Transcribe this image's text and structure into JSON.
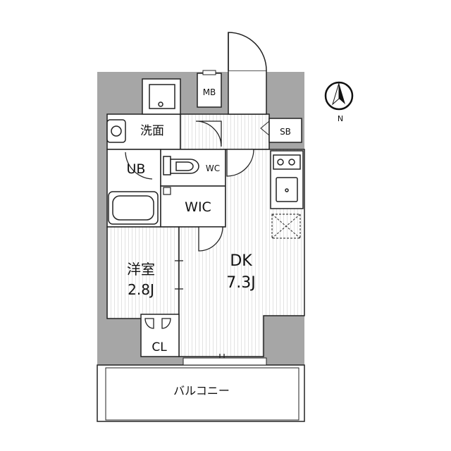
{
  "rooms": {
    "washroom": "洗面",
    "unit_bath": "UB",
    "toilet": "WC",
    "walk_in_closet": "WIC",
    "meter_box": "MB",
    "shoe_box": "SB",
    "closet": "CL",
    "western_room_name": "洋室",
    "western_room_size": "2.8J",
    "dining_kitchen_name": "DK",
    "dining_kitchen_size": "7.3J",
    "balcony": "バルコニー"
  },
  "compass": {
    "label": "N"
  },
  "colors": {
    "wall": "#a6a6a6",
    "line": "#222222",
    "floor_stripe": "#dcdcdc",
    "background": "#ffffff"
  }
}
